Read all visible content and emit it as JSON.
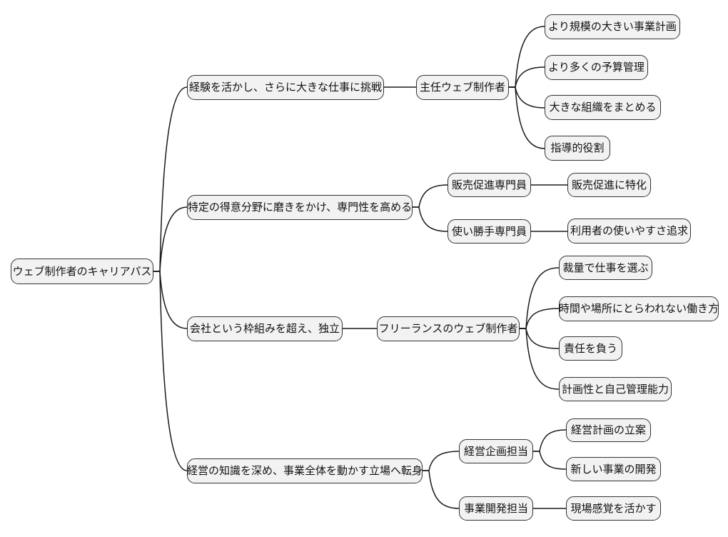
{
  "diagram": {
    "type": "mindmap",
    "root": {
      "label": "ウェブ制作者のキャリアパス"
    },
    "branches": [
      {
        "label": "経験を活かし、さらに大きな仕事に挑戦",
        "children": [
          {
            "label": "主任ウェブ制作者",
            "children": [
              {
                "label": "より規模の大きい事業計画"
              },
              {
                "label": "より多くの予算管理"
              },
              {
                "label": "大きな組織をまとめる"
              },
              {
                "label": "指導的役割"
              }
            ]
          }
        ]
      },
      {
        "label": "特定の得意分野に磨きをかけ、専門性を高める",
        "children": [
          {
            "label": "販売促進専門員",
            "children": [
              {
                "label": "販売促進に特化"
              }
            ]
          },
          {
            "label": "使い勝手専門員",
            "children": [
              {
                "label": "利用者の使いやすさ追求"
              }
            ]
          }
        ]
      },
      {
        "label": "会社という枠組みを超え、独立",
        "children": [
          {
            "label": "フリーランスのウェブ制作者",
            "children": [
              {
                "label": "裁量で仕事を選ぶ"
              },
              {
                "label": "時間や場所にとらわれない働き方"
              },
              {
                "label": "責任を負う"
              },
              {
                "label": "計画性と自己管理能力"
              }
            ]
          }
        ]
      },
      {
        "label": "経営の知識を深め、事業全体を動かす立場へ転身",
        "children": [
          {
            "label": "経営企画担当",
            "children": [
              {
                "label": "経営計画の立案"
              },
              {
                "label": "新しい事業の開発"
              }
            ]
          },
          {
            "label": "事業開発担当",
            "children": [
              {
                "label": "現場感覚を活かす"
              }
            ]
          }
        ]
      }
    ],
    "colors": {
      "background": "#ffffff",
      "node_fill": "#f2f2f2",
      "node_border": "#333333",
      "edge": "#1a1a1a"
    }
  }
}
